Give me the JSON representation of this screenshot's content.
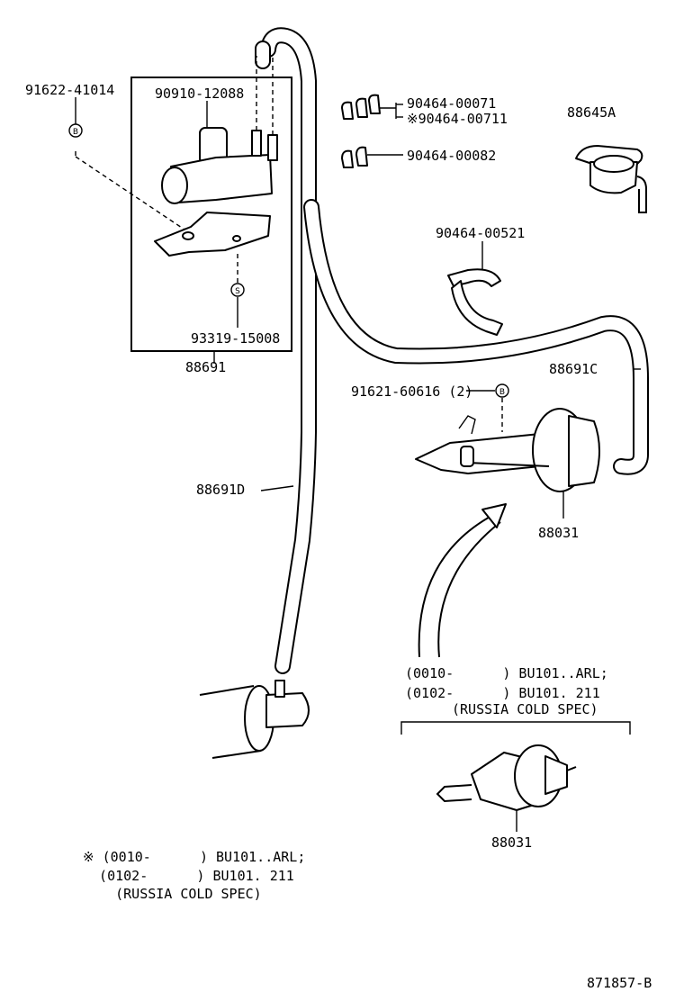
{
  "labels": {
    "bolt_b_left": "91622-41014",
    "vsv": "90910-12088",
    "clip_a": "90464-00071",
    "clip_a_alt": "※90464-00711",
    "clip_b": "90464-00082",
    "clip_hook": "90464-00521",
    "hose_a": "88645A",
    "screw_s": "93319-15008",
    "assy": "88691",
    "hose_c": "88691C",
    "bolt_b_right": "91621-60616 (2)",
    "hose_d": "88691D",
    "actuator_upper": "88031",
    "actuator_lower": "88031",
    "drawing_no": "871857-B"
  },
  "markers": {
    "b": "B",
    "s": "S"
  },
  "notes": {
    "right_line1": "(0010-      ) BU101..ARL;",
    "right_line2": "(0102-      ) BU101. 211",
    "right_line3": "(RUSSIA COLD SPEC)",
    "left_line1": "※ (0010-      ) BU101..ARL;",
    "left_line2": "  (0102-      ) BU101. 211",
    "left_line3": "    (RUSSIA COLD SPEC)"
  }
}
